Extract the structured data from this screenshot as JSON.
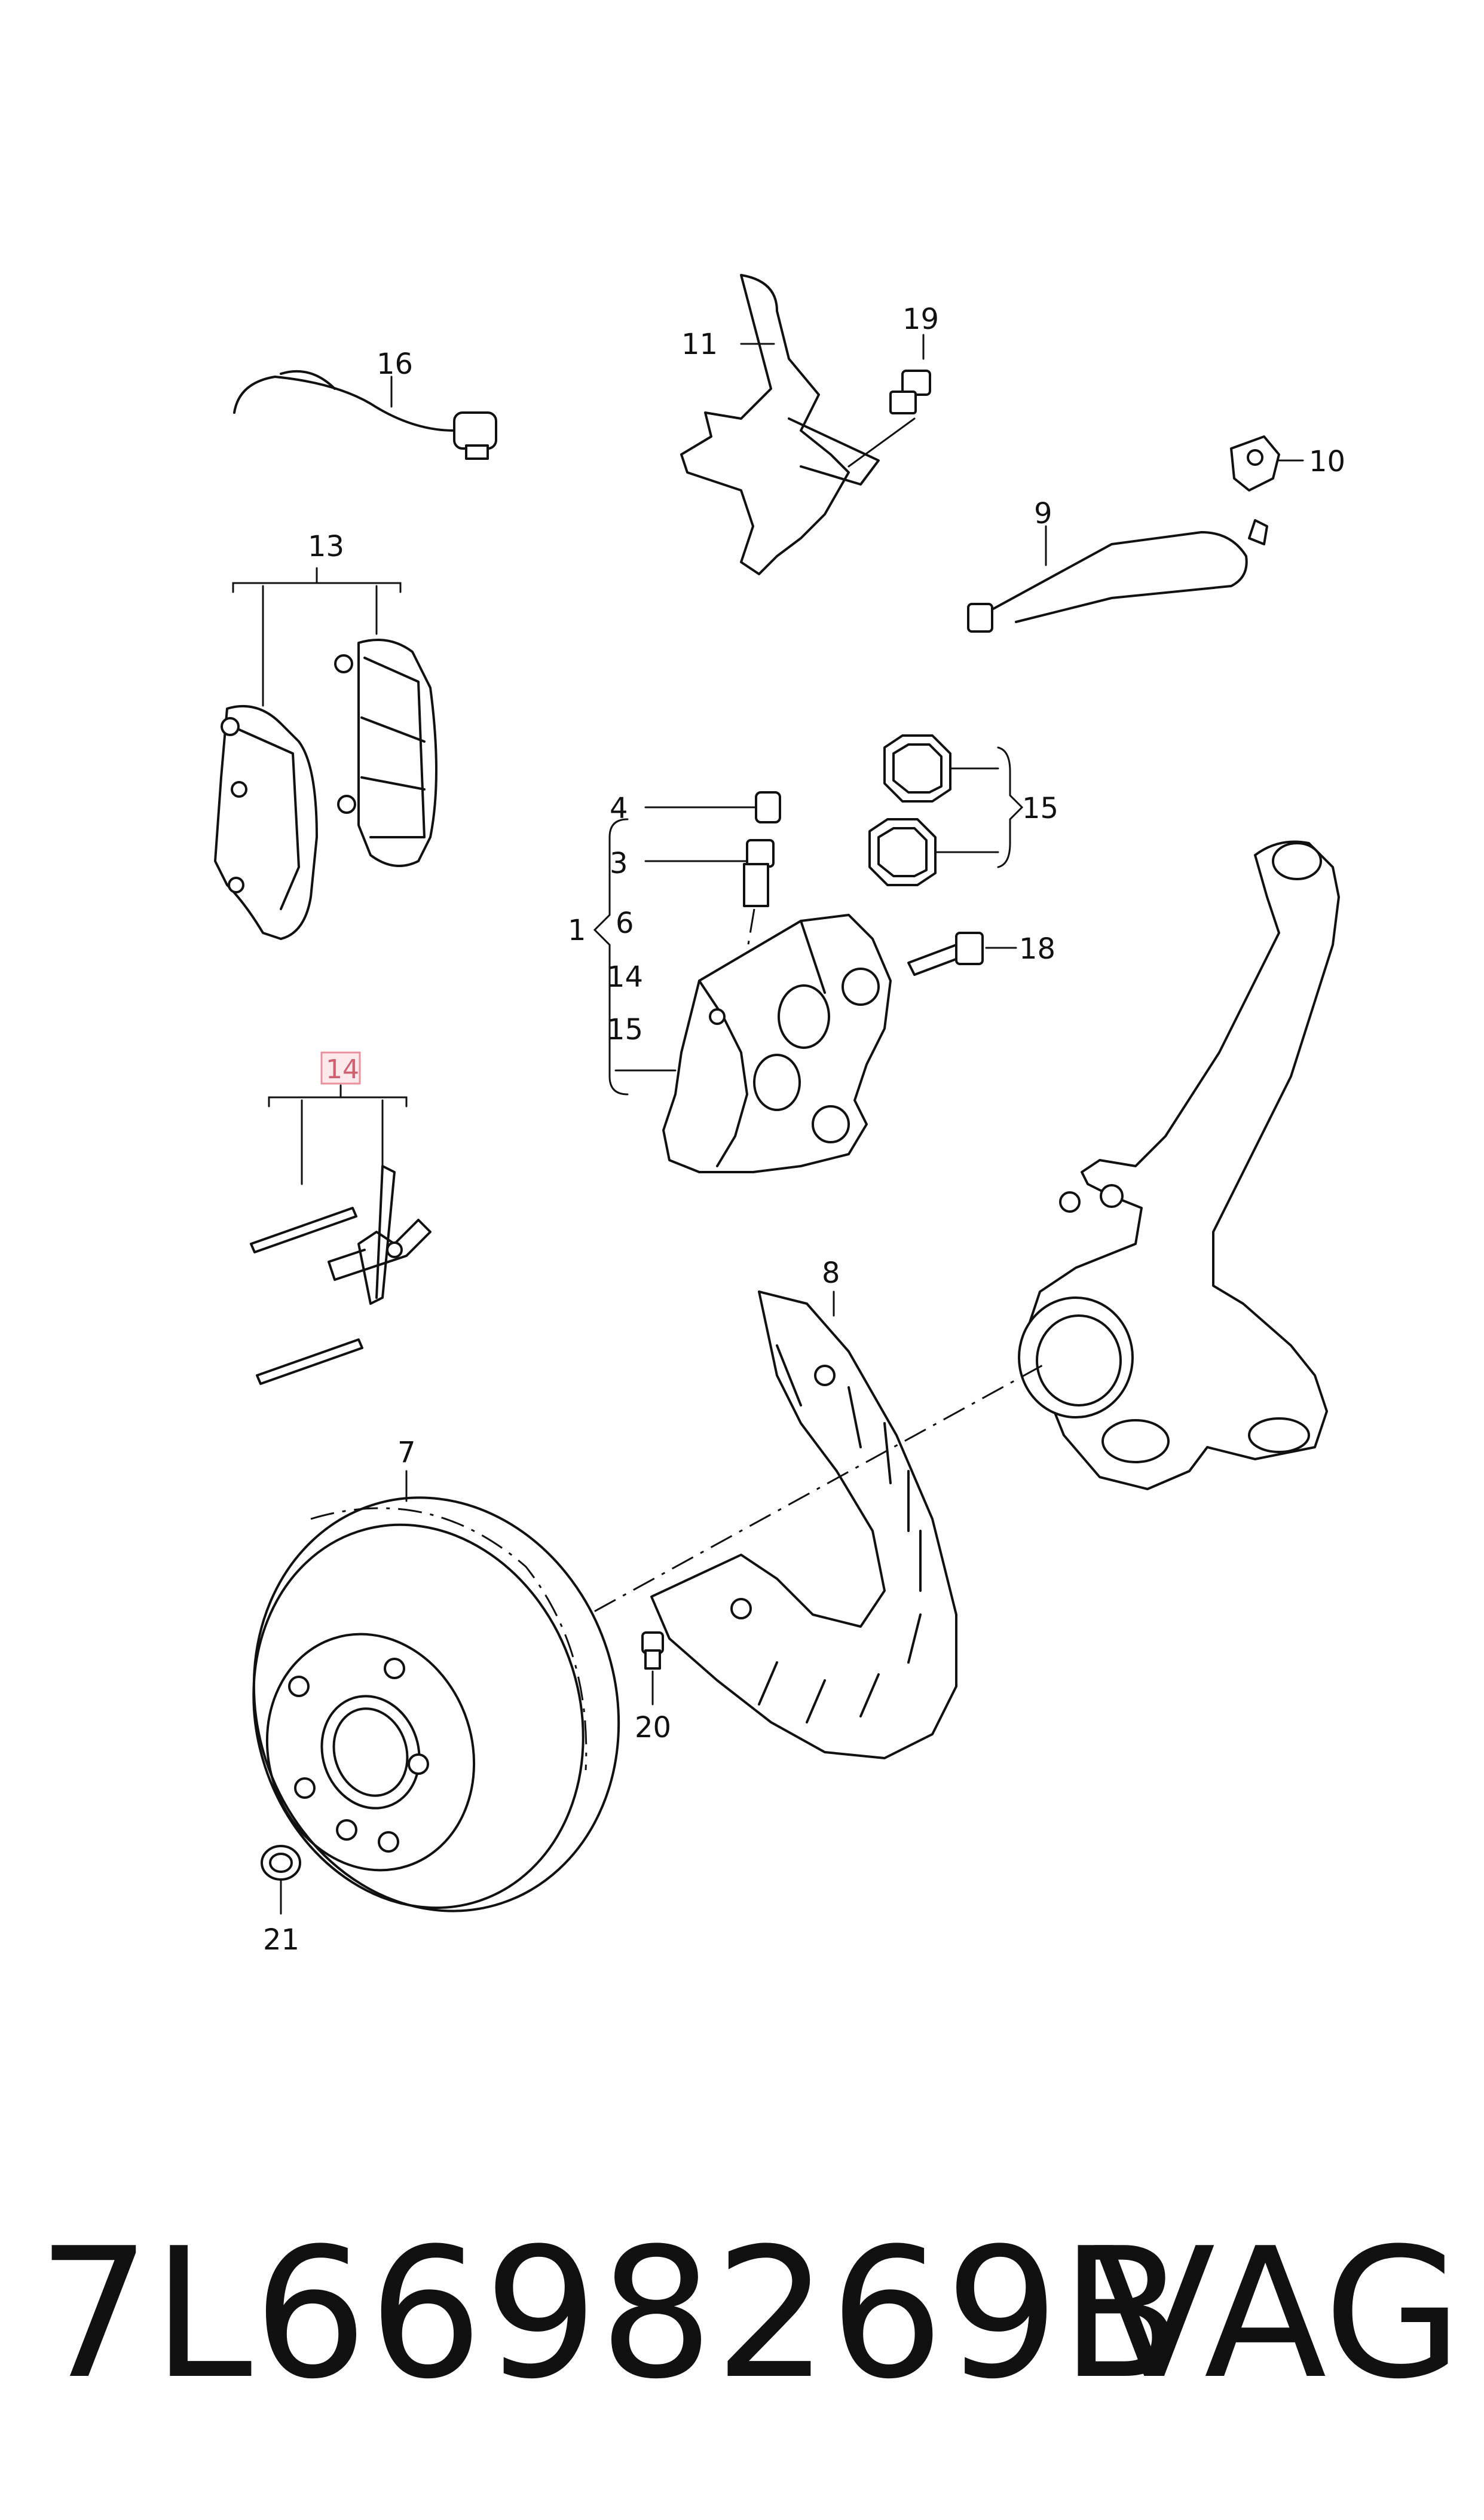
{
  "labels": {
    "l1": "1",
    "l3": "3",
    "l4": "4",
    "l6": "6",
    "l7": "7",
    "l8": "8",
    "l9": "9",
    "l10": "10",
    "l11": "11",
    "l13": "13",
    "l14a": "14",
    "l14b": "14",
    "l15a": "15",
    "l15b": "15",
    "l16": "16",
    "l18": "18",
    "l19": "19",
    "l20": "20",
    "l21": "21"
  },
  "highlight": {
    "color": "#e8909c"
  },
  "footer": {
    "part_number": "7L6698269B",
    "brand": "VAG"
  }
}
